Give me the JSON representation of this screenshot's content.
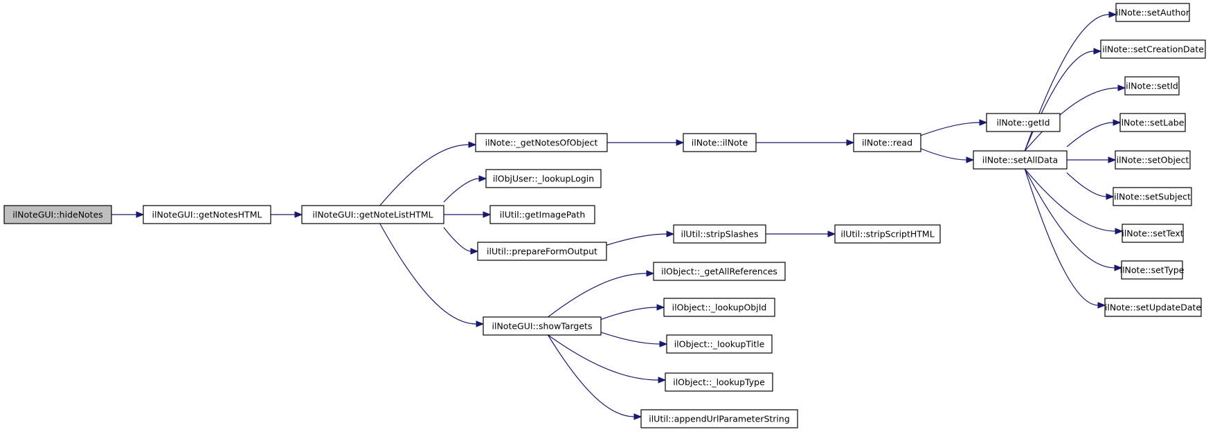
{
  "nodes": [
    {
      "id": "hideNotes",
      "label": "ilNoteGUI::hideNotes",
      "root": true
    },
    {
      "id": "getNotesHTML",
      "label": "ilNoteGUI::getNotesHTML"
    },
    {
      "id": "getNoteListHTML",
      "label": "ilNoteGUI::getNoteListHTML"
    },
    {
      "id": "getNotesOfObject",
      "label": "ilNote::_getNotesOfObject"
    },
    {
      "id": "lookupLogin",
      "label": "ilObjUser::_lookupLogin"
    },
    {
      "id": "getImagePath",
      "label": "ilUtil::getImagePath"
    },
    {
      "id": "prepareFormOutput",
      "label": "ilUtil::prepareFormOutput"
    },
    {
      "id": "showTargets",
      "label": "ilNoteGUI::showTargets"
    },
    {
      "id": "ilNote",
      "label": "ilNote::ilNote"
    },
    {
      "id": "stripSlashes",
      "label": "ilUtil::stripSlashes"
    },
    {
      "id": "getAllReferences",
      "label": "ilObject::_getAllReferences"
    },
    {
      "id": "lookupObjId",
      "label": "ilObject::_lookupObjId"
    },
    {
      "id": "lookupTitle",
      "label": "ilObject::_lookupTitle"
    },
    {
      "id": "lookupType",
      "label": "ilObject::_lookupType"
    },
    {
      "id": "appendUrl",
      "label": "ilUtil::appendUrlParameterString"
    },
    {
      "id": "read",
      "label": "ilNote::read"
    },
    {
      "id": "stripScriptHTML",
      "label": "ilUtil::stripScriptHTML"
    },
    {
      "id": "getId",
      "label": "ilNote::getId"
    },
    {
      "id": "setAllData",
      "label": "ilNote::setAllData"
    },
    {
      "id": "setAuthor",
      "label": "ilNote::setAuthor"
    },
    {
      "id": "setCreationDate",
      "label": "ilNote::setCreationDate"
    },
    {
      "id": "setId",
      "label": "ilNote::setId"
    },
    {
      "id": "setLabel",
      "label": "ilNote::setLabel"
    },
    {
      "id": "setObject",
      "label": "ilNote::setObject"
    },
    {
      "id": "setSubject",
      "label": "ilNote::setSubject"
    },
    {
      "id": "setText",
      "label": "ilNote::setText"
    },
    {
      "id": "setType",
      "label": "ilNote::setType"
    },
    {
      "id": "setUpdateDate",
      "label": "ilNote::setUpdateDate"
    }
  ],
  "edges": [
    [
      "hideNotes",
      "getNotesHTML"
    ],
    [
      "getNotesHTML",
      "getNoteListHTML"
    ],
    [
      "getNoteListHTML",
      "getNotesOfObject"
    ],
    [
      "getNoteListHTML",
      "lookupLogin"
    ],
    [
      "getNoteListHTML",
      "getImagePath"
    ],
    [
      "getNoteListHTML",
      "prepareFormOutput"
    ],
    [
      "getNoteListHTML",
      "showTargets"
    ],
    [
      "getNotesOfObject",
      "ilNote"
    ],
    [
      "ilNote",
      "read"
    ],
    [
      "read",
      "getId"
    ],
    [
      "read",
      "setAllData"
    ],
    [
      "prepareFormOutput",
      "stripSlashes"
    ],
    [
      "stripSlashes",
      "stripScriptHTML"
    ],
    [
      "showTargets",
      "getAllReferences"
    ],
    [
      "showTargets",
      "lookupObjId"
    ],
    [
      "showTargets",
      "lookupTitle"
    ],
    [
      "showTargets",
      "lookupType"
    ],
    [
      "showTargets",
      "appendUrl"
    ],
    [
      "setAllData",
      "setAuthor"
    ],
    [
      "setAllData",
      "setCreationDate"
    ],
    [
      "setAllData",
      "setId"
    ],
    [
      "setAllData",
      "setLabel"
    ],
    [
      "setAllData",
      "setObject"
    ],
    [
      "setAllData",
      "setSubject"
    ],
    [
      "setAllData",
      "setText"
    ],
    [
      "setAllData",
      "setType"
    ],
    [
      "setAllData",
      "setUpdateDate"
    ]
  ]
}
